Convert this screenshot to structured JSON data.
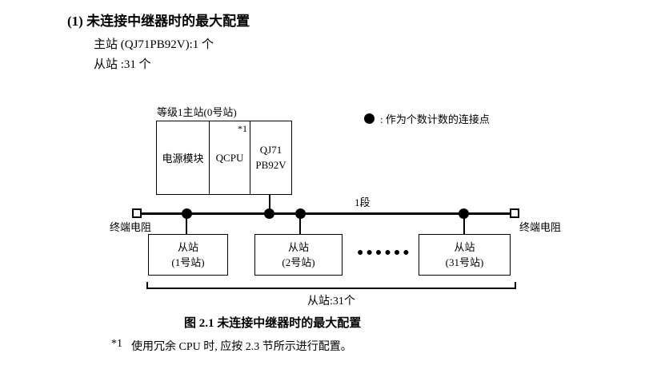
{
  "doc": {
    "heading": "(1) 未连接中继器时的最大配置",
    "master_line": "主站 (QJ71PB92V):1 个",
    "slave_line": "从站 :31 个",
    "caption": "图 2.1 未连接中继器时的最大配置",
    "footnote": {
      "marker": "*1",
      "text": "使用冗余 CPU 时, 应按 2.3 节所示进行配置。"
    }
  },
  "diagram": {
    "master_label": "等级1主站(0号站)",
    "cells": {
      "power": "电源模块",
      "cpu": "QCPU",
      "cpu_note": "*1",
      "pb_line1": "QJ71",
      "pb_line2": "PB92V"
    },
    "legend_text": ": 作为个数计数的连接点",
    "segment_label": "1段",
    "terminator_left": "终端电阻",
    "terminator_right": "终端电阻",
    "slaves": [
      {
        "name": "从站",
        "station": "(1号站)"
      },
      {
        "name": "从站",
        "station": "(2号站)"
      },
      {
        "name": "从站",
        "station": "(31号站)"
      }
    ],
    "ellipsis": "●●●●●●",
    "brace_label": "从站:31个"
  }
}
